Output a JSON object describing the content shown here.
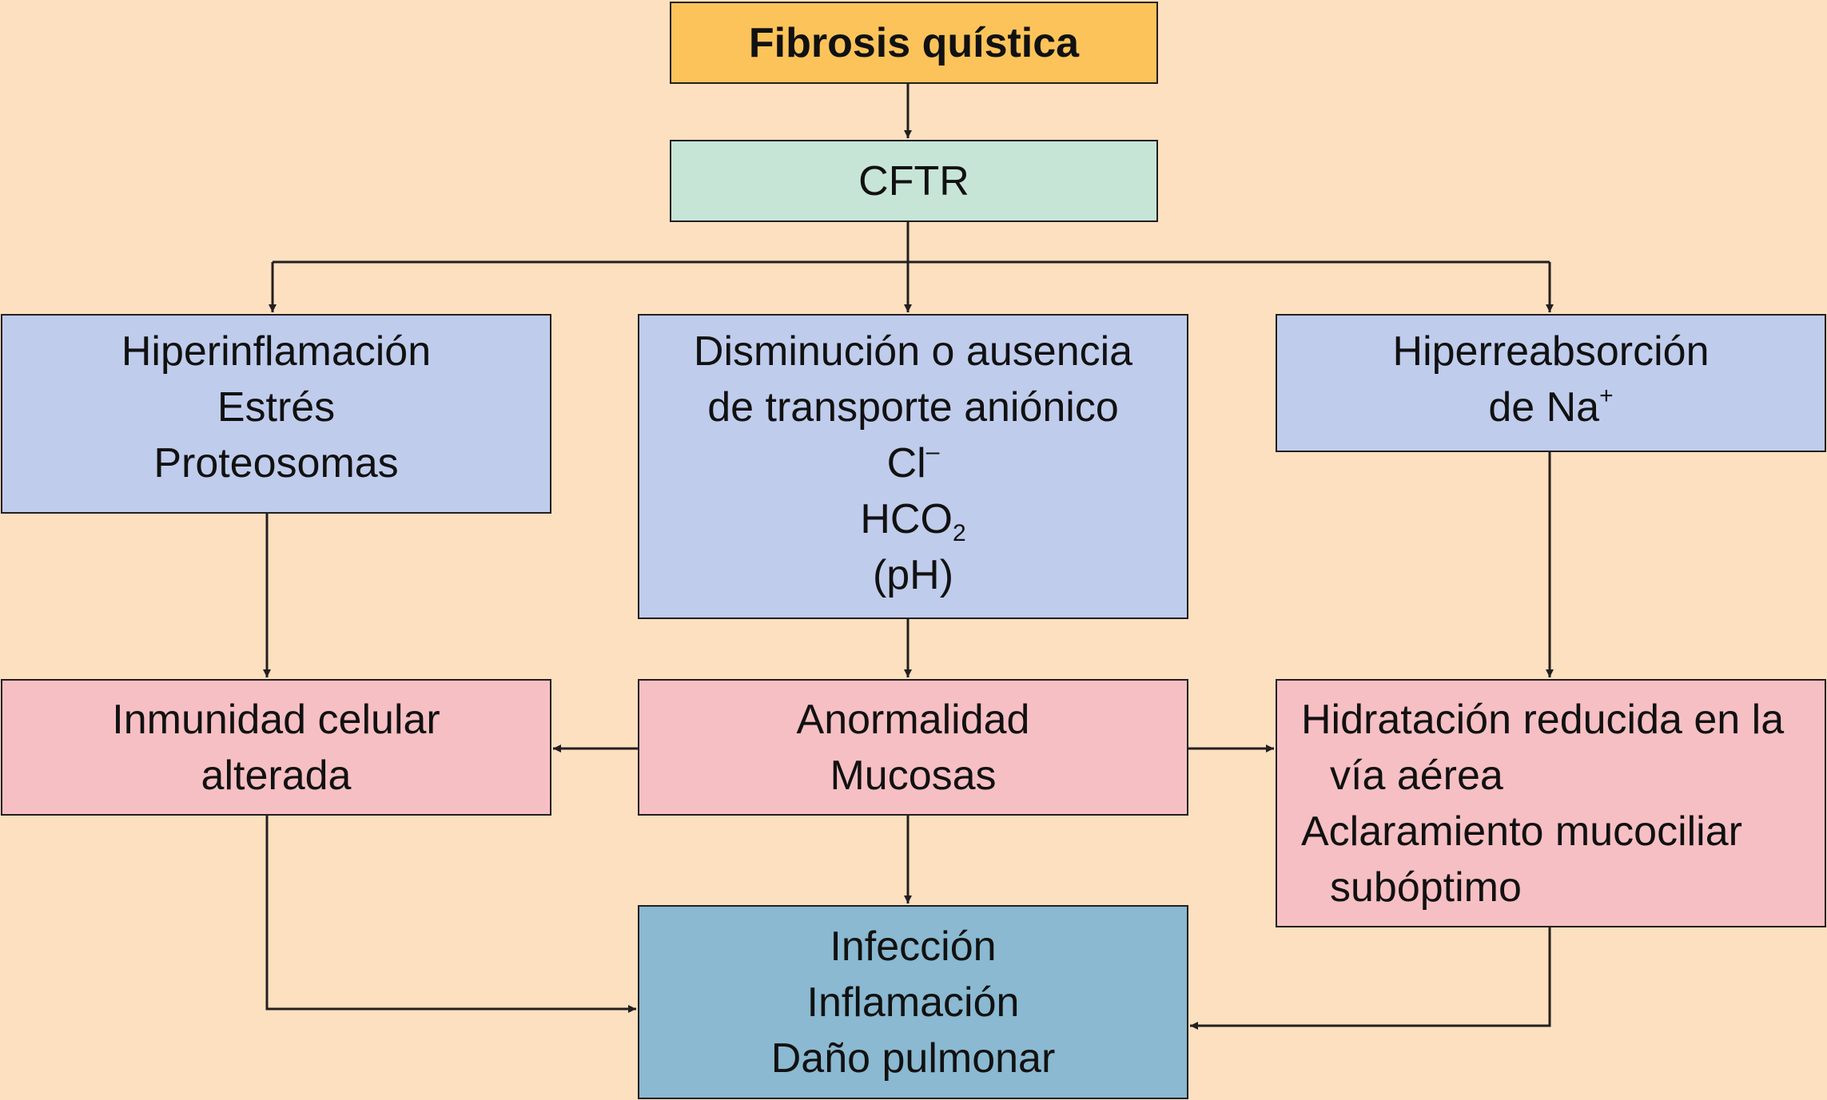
{
  "colors": {
    "background": "#fde0bf",
    "title_fill": "#fcc35a",
    "cftr_fill": "#c6e5d7",
    "blue_fill": "#bfccec",
    "pink_fill": "#f6bfc4",
    "outcome_fill": "#8ab9d1",
    "line": "#231f20"
  },
  "nodes": {
    "title": {
      "line1": "Fibrosis quística"
    },
    "cftr": {
      "line1": "CFTR"
    },
    "hyperinflammation": {
      "line1": "Hiperinflamación",
      "line2": "Estrés",
      "line3": "Proteosomas"
    },
    "anion_transport": {
      "line1": "Disminución o ausencia",
      "line2": "de transporte aniónico",
      "line3_base": "Cl",
      "line3_sup": "–",
      "line4_base": "HCO",
      "line4_sub": "2",
      "line5": "(pH)"
    },
    "sodium": {
      "line1": "Hiperreabsorción",
      "line2_base": "de Na",
      "line2_sup": "+"
    },
    "cellular_immunity": {
      "line1": "Inmunidad celular",
      "line2": "alterada"
    },
    "mucosal_abnormality": {
      "line1": "Anormalidad",
      "line2": "Mucosas"
    },
    "hydration": {
      "line1": "Hidratación reducida en la",
      "line2": "vía aérea",
      "line3": "Aclaramiento mucociliar",
      "line4": "subóptimo"
    },
    "outcome": {
      "line1": "Infección",
      "line2": "Inflamación",
      "line3": "Daño pulmonar"
    }
  }
}
